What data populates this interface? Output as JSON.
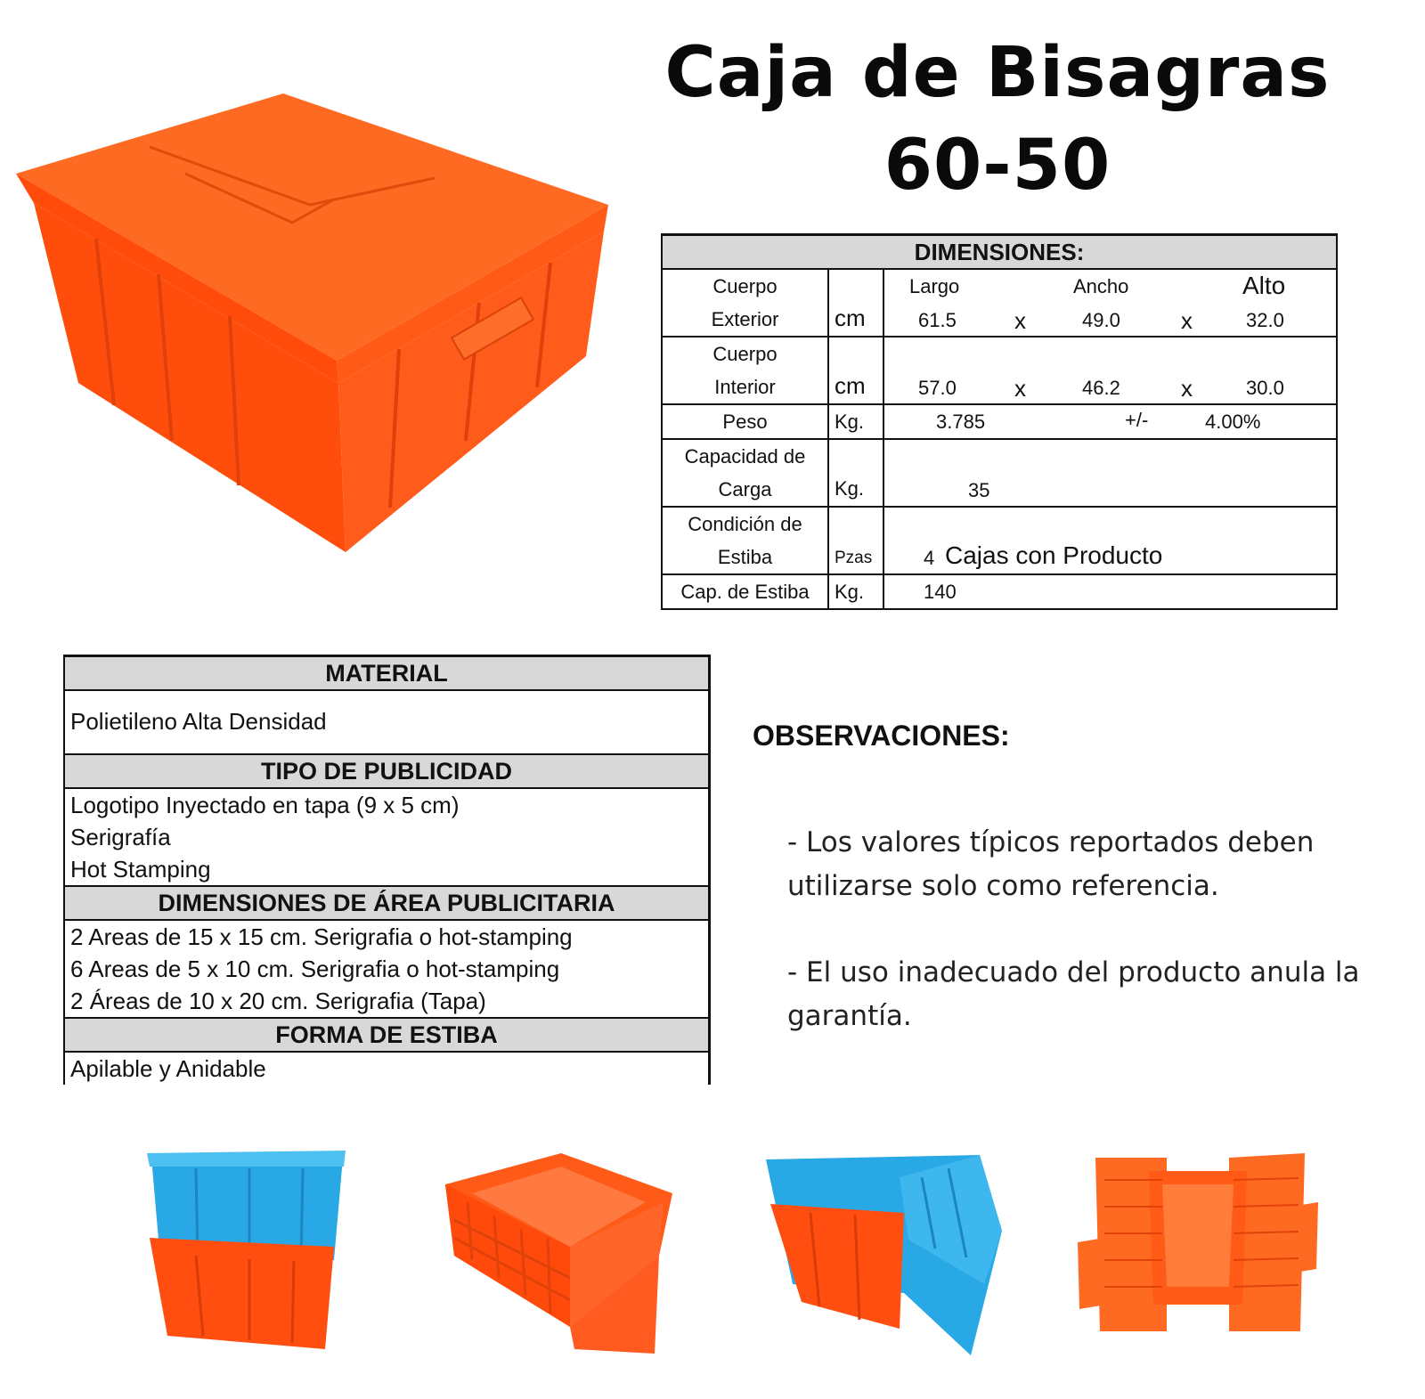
{
  "title": {
    "line1": "Caja de Bisagras",
    "line2": "60-50"
  },
  "colors": {
    "crate_orange": "#ff5a12",
    "crate_blue": "#29a8e6",
    "header_gray": "#d8d8d8"
  },
  "dimensions": {
    "header": "DIMENSIONES:",
    "exterior": {
      "label1": "Cuerpo",
      "label2": "Exterior",
      "unit": "cm",
      "largo_label": "Largo",
      "ancho_label": "Ancho",
      "alto_label": "Alto",
      "largo": "61.5",
      "ancho": "49.0",
      "alto": "32.0",
      "sep": "x"
    },
    "interior": {
      "label1": "Cuerpo",
      "label2": "Interior",
      "unit": "cm",
      "largo": "57.0",
      "ancho": "46.2",
      "alto": "30.0",
      "sep": "x"
    },
    "peso": {
      "label": "Peso",
      "unit": "Kg.",
      "value": "3.785",
      "tol_sign": "+/-",
      "tolerance": "4.00%"
    },
    "capacidad": {
      "label1": "Capacidad de",
      "label2": "Carga",
      "unit": "Kg.",
      "value": "35"
    },
    "estiba": {
      "label1": "Condición de",
      "label2": "Estiba",
      "unit": "Pzas",
      "qty": "4",
      "text": "Cajas con Producto"
    },
    "cap_estiba": {
      "label": "Cap. de Estiba",
      "unit": "Kg.",
      "value": "140"
    }
  },
  "material": {
    "header": "MATERIAL",
    "value": "Polietileno Alta Densidad",
    "publicidad_header": "TIPO DE PUBLICIDAD",
    "publicidad": [
      "Logotipo Inyectado en tapa (9 x 5 cm)",
      "Serigrafía",
      "Hot Stamping"
    ],
    "area_header": "DIMENSIONES DE ÁREA PUBLICITARIA",
    "areas": [
      "2 Areas de 15 x 15 cm. Serigrafia o hot-stamping",
      "6 Areas de 5 x 10 cm. Serigrafia o hot-stamping",
      "2 Áreas de 10 x 20 cm. Serigrafia (Tapa)"
    ],
    "estiba_header": "FORMA DE ESTIBA",
    "estiba": "Apilable y Anidable"
  },
  "observaciones": {
    "title": "OBSERVACIONES:",
    "items": [
      {
        "line1": "- Los valores típicos reportados deben",
        "line2": "utilizarse solo como referencia."
      },
      {
        "line1": "- El uso inadecuado  del producto anula la",
        "line2": "garantía."
      }
    ]
  }
}
